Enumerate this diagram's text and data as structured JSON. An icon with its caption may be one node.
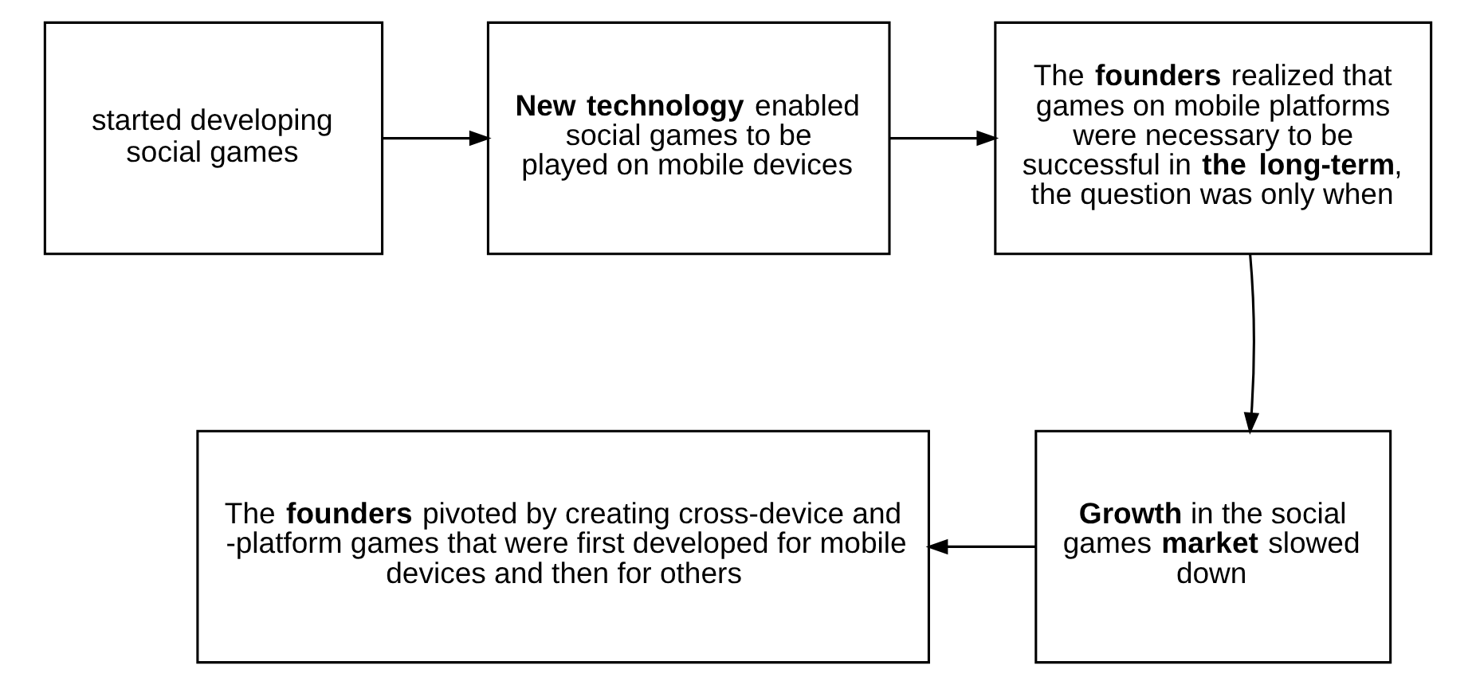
{
  "diagram": {
    "nodes": [
      {
        "text": [
          "started developing social games"
        ]
      },
      {
        "text": [
          "**New technology** enabled social games to be played on mobile devices"
        ]
      },
      {
        "text": [
          "The **founders** realized that games on mobile platforms were necessary to be successful in **the long-term**, the question was only when"
        ]
      },
      {
        "text": [
          "**Growth** in the social games **market** slowed down"
        ]
      },
      {
        "text": [
          "The **founders** pivoted by creating cross-device and -platform games that were first developed for mobile devices and then for others"
        ]
      }
    ],
    "edges": [
      {
        "from": 0,
        "to": 1,
        "arrow": "to"
      },
      {
        "from": 1,
        "to": 2,
        "arrow": "to"
      },
      {
        "from": 2,
        "to": 3,
        "arrow": "to"
      },
      {
        "from": 3,
        "to": 4,
        "arrow": "to"
      }
    ]
  }
}
